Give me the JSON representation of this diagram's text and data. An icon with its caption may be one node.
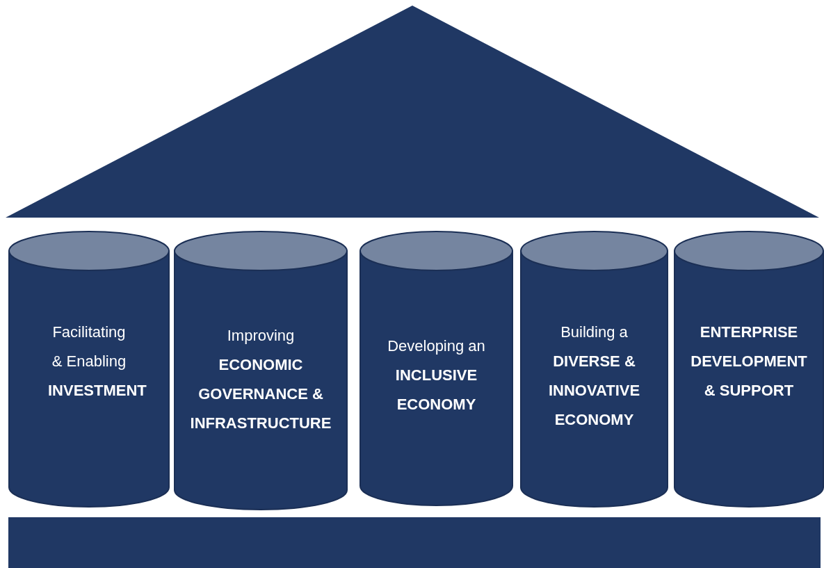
{
  "diagram": {
    "nodes": [
      {
        "text": [],
        "shape": "triangle"
      },
      {
        "text": [
          "Facilitating & Enabling **INVESTMENT**"
        ]
      },
      {
        "text": [
          "Improving **ECONOMIC GOVERNANCE & INFRASTRUCTURE**"
        ]
      },
      {
        "text": [
          "Developing an **INCLUSIVE ECONOMY**"
        ]
      },
      {
        "text": [
          "Building a **DIVERSE & INNOVATIVE ECONOMY**"
        ]
      },
      {
        "text": [
          "ENTERPRISE DEVELOPMENT & SUPPORT"
        ]
      },
      {
        "text": [],
        "shape": "bar"
      }
    ]
  }
}
